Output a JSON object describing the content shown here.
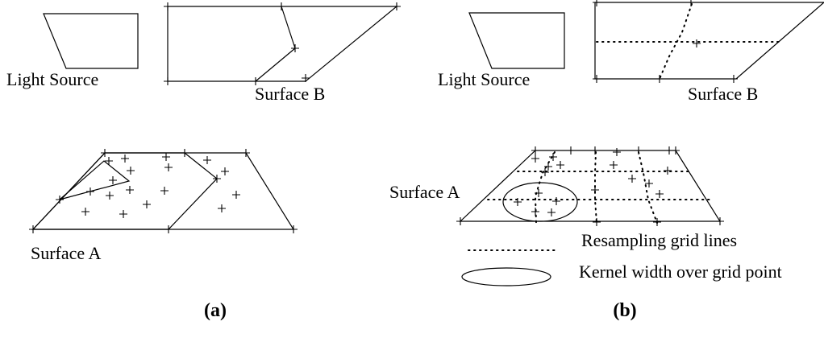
{
  "panel_a": {
    "light_source_label": "Light Source",
    "surface_b_label": "Surface B",
    "surface_a_label": "Surface A",
    "caption": "(a)"
  },
  "panel_b": {
    "light_source_label": "Light Source",
    "surface_b_label": "Surface B",
    "surface_a_label": "Surface A",
    "legend_grid_lines": "Resampling grid lines",
    "legend_kernel": "Kernel width over grid point",
    "caption": "(b)"
  }
}
